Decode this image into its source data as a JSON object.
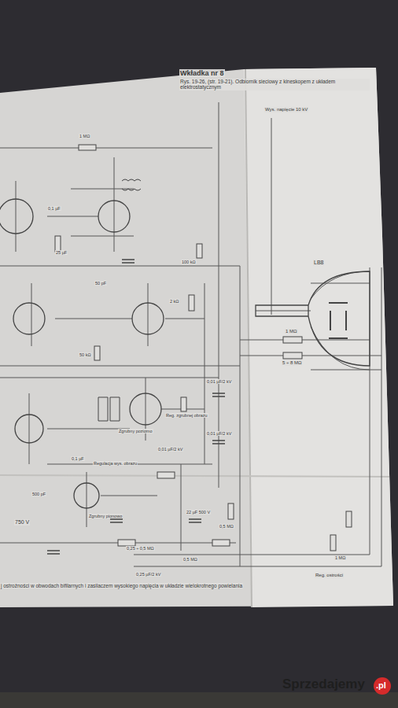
{
  "diagram": {
    "title": "Wkładka nr 8",
    "labels": [
      "Rys. 19-26, (str. 19-21). Odbiornik sieciowy z kineskopem z układem elektrostatycznym",
      "Wys. napięcie 10 kV",
      "LB8",
      "1 MΩ",
      "5 ÷ 8 MΩ",
      "0,01 µF/2 kV",
      "0,01 µF/2 kV",
      "0,01 µF/2 kV",
      "22 µF 500 V",
      "0,5 MΩ",
      "1 MΩ",
      "Reg. ostrości",
      "750 V",
      "Zgrubny poziomo",
      "Regulacja wys. obrazu",
      "Reg. zgrubnej obrazu",
      "Zgrubny pionowo",
      "0,25 µF/2 kV",
      "0,25 ÷ 0,5 MΩ",
      "0,5 MΩ",
      "1 MΩ",
      "100 kΩ",
      "50 kΩ",
      "2 kΩ",
      "0,1 µF",
      "25 µF",
      "50 pF",
      "0,1 µF",
      "500 pF",
      "j ostrożności w obwodach bifilarnych i zasilaczem wysokiego napięcia w układzie wielokrotnego powielania",
      "Sprzedajemy",
      ".pl"
    ]
  }
}
